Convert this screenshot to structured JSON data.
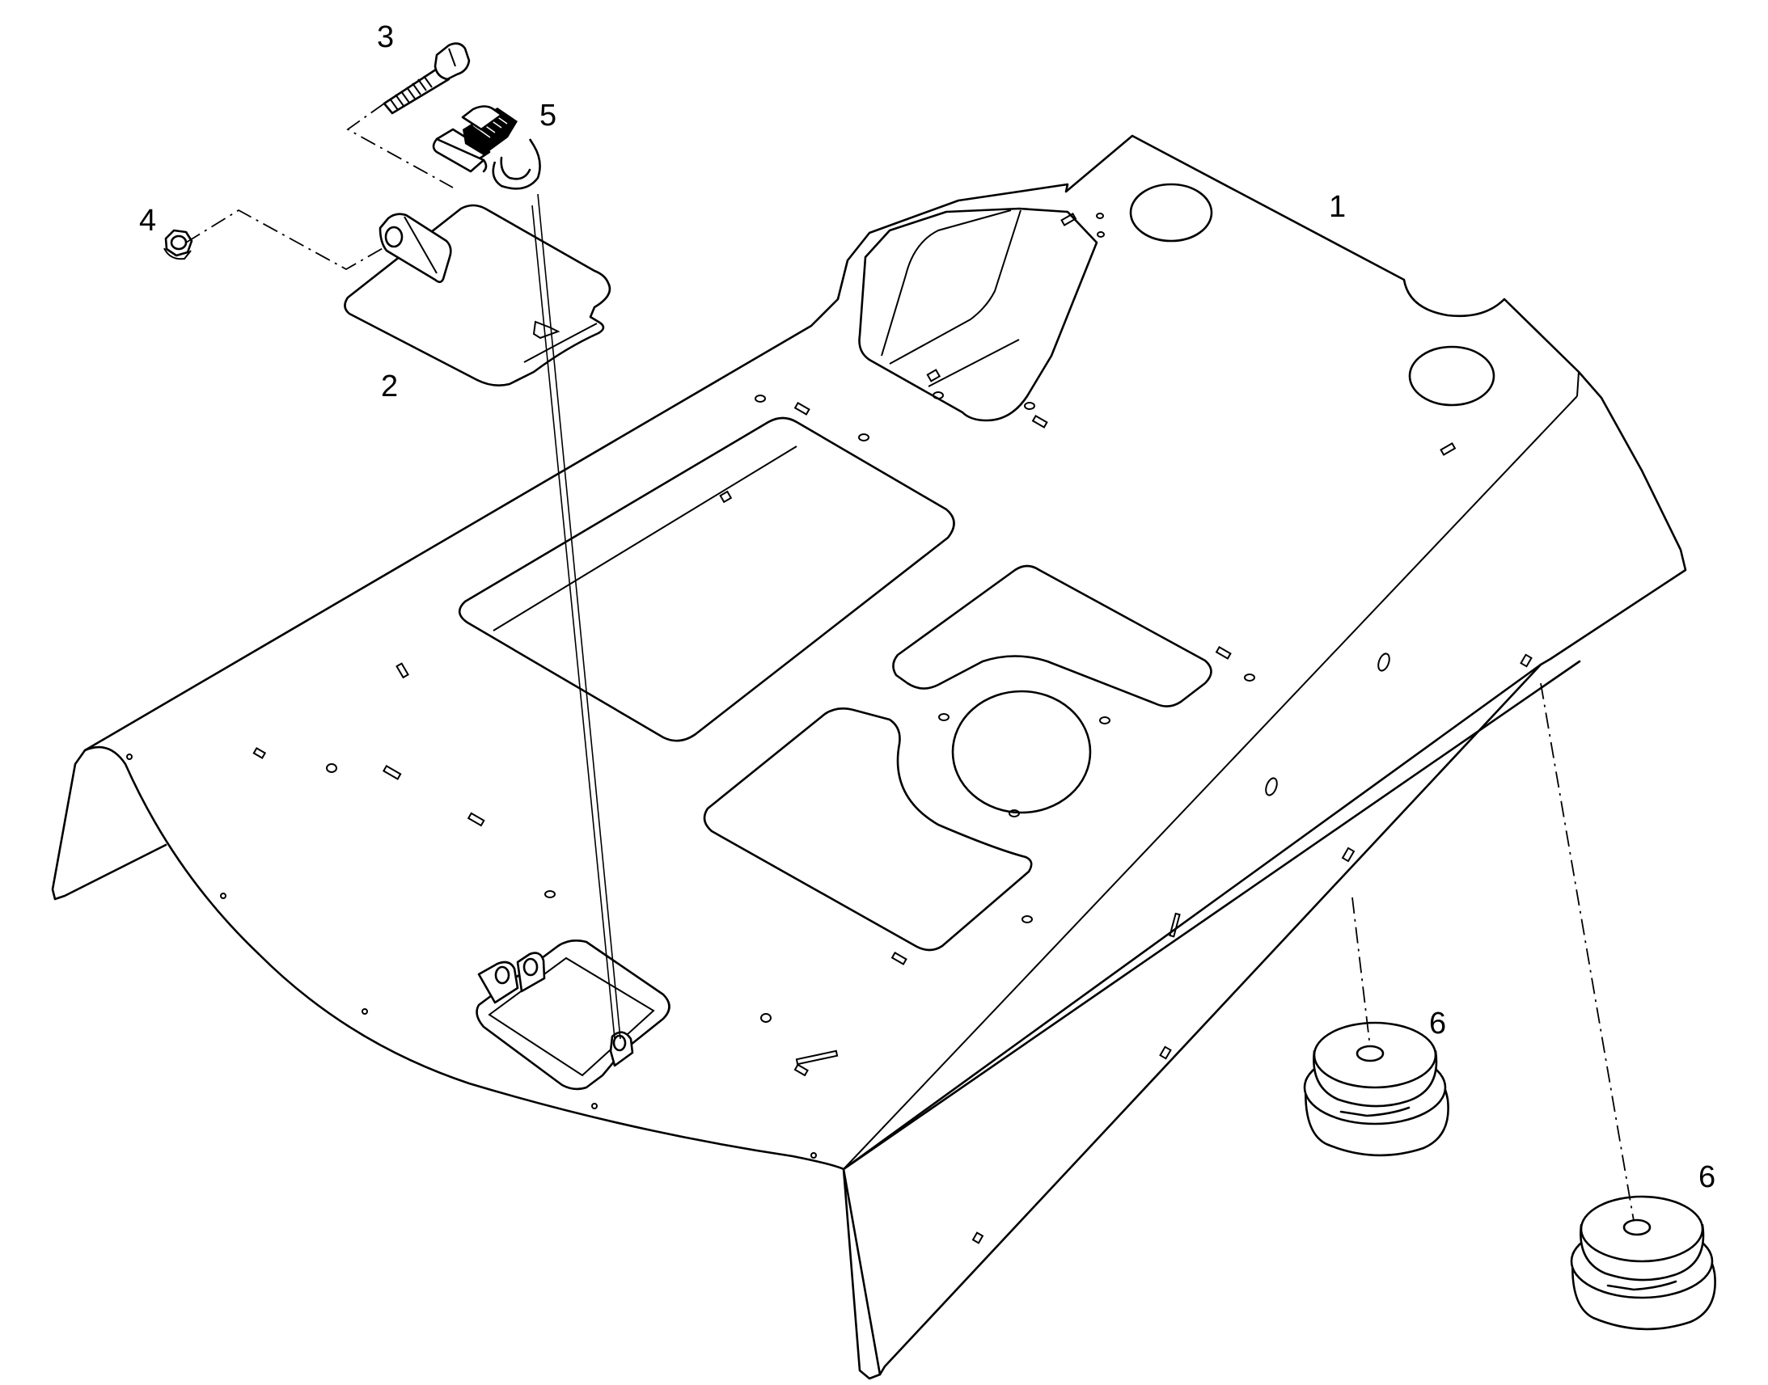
{
  "callouts": [
    {
      "id": "1"
    },
    {
      "id": "2"
    },
    {
      "id": "3"
    },
    {
      "id": "4"
    },
    {
      "id": "5"
    },
    {
      "id": "6a",
      "text": "6"
    },
    {
      "id": "6b",
      "text": "6"
    }
  ],
  "labels": {
    "c1": "1",
    "c2": "2",
    "c3": "3",
    "c4": "4",
    "c5": "5",
    "c6a": "6",
    "c6b": "6"
  }
}
